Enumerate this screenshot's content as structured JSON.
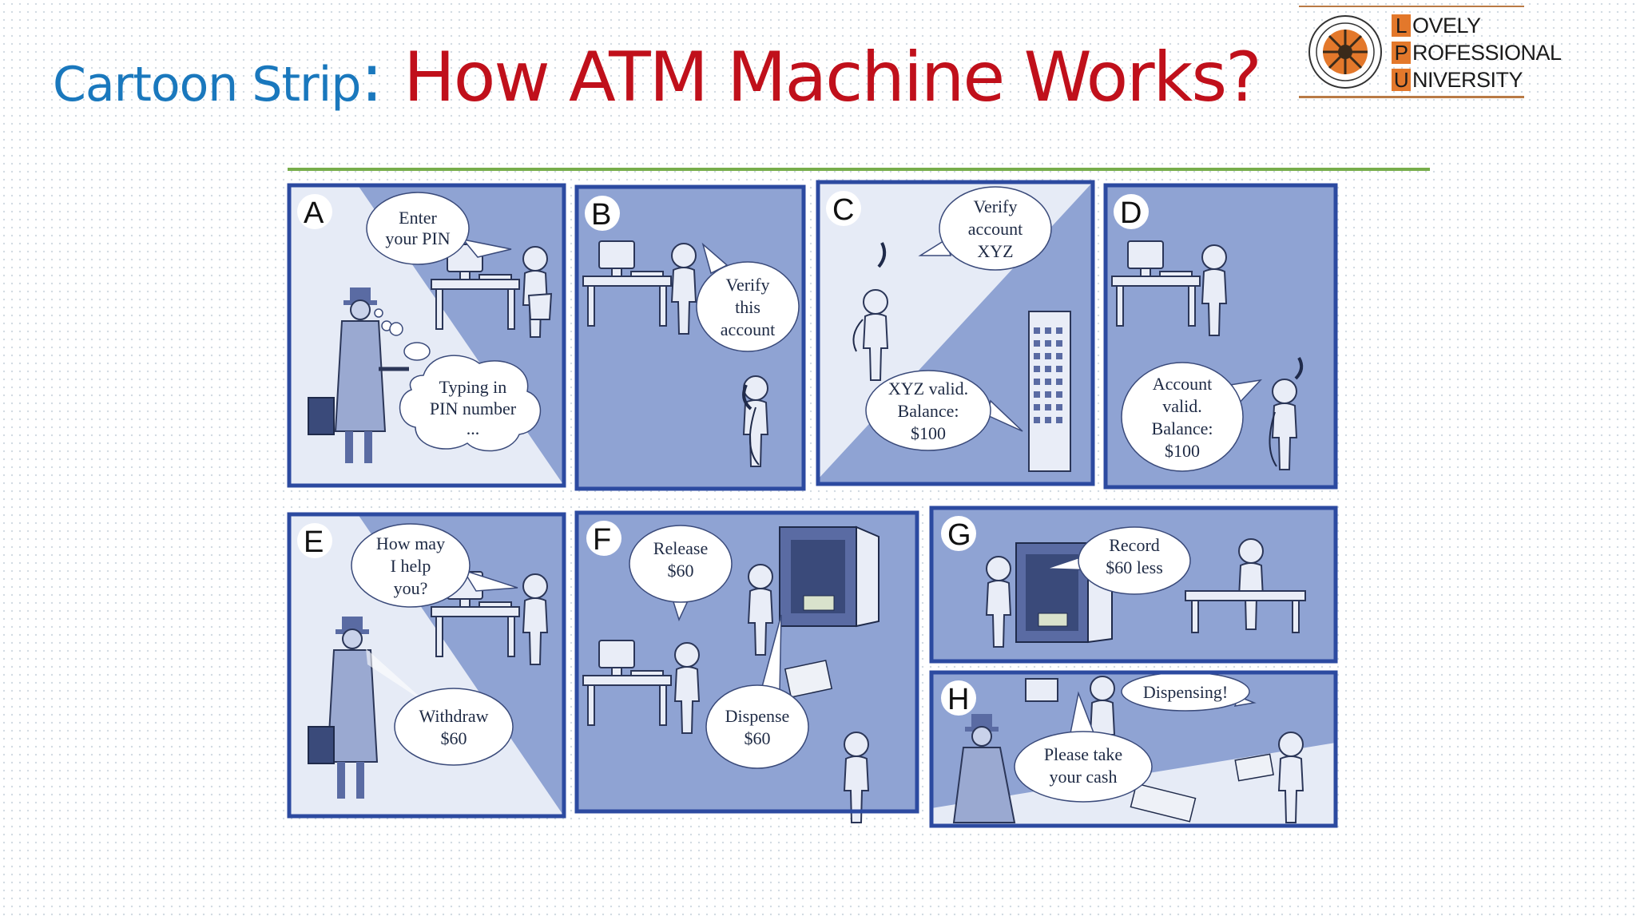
{
  "title": {
    "lead": "Cartoon Strip",
    "colon": ":",
    "main": " How ATM Machine Works?"
  },
  "logo": {
    "lines": [
      {
        "cap": "L",
        "rest": "OVELY"
      },
      {
        "cap": "P",
        "rest": "ROFESSIONAL"
      },
      {
        "cap": "U",
        "rest": "NIVERSITY"
      }
    ]
  },
  "colors": {
    "panel_fill": "#8fa3d3",
    "panel_light": "#e6ebf6",
    "panel_border": "#2c4aa0",
    "title_blue": "#1a78bd",
    "title_red": "#c0101b",
    "accent_green": "#77ad4a",
    "logo_orange": "#e3782b"
  },
  "panels": {
    "a": {
      "letter": "A",
      "bubbles": [
        [
          "Enter",
          "your PIN"
        ],
        [
          "Typing in",
          "PIN number",
          "..."
        ]
      ]
    },
    "b": {
      "letter": "B",
      "bubbles": [
        [
          "Verify",
          "this",
          "account"
        ]
      ]
    },
    "c": {
      "letter": "C",
      "bubbles": [
        [
          "Verify",
          "account",
          "XYZ"
        ],
        [
          "XYZ valid.",
          "Balance:",
          "$100"
        ]
      ]
    },
    "d": {
      "letter": "D",
      "bubbles": [
        [
          "Account",
          "valid.",
          "Balance:",
          "$100"
        ]
      ]
    },
    "e": {
      "letter": "E",
      "bubbles": [
        [
          "How may",
          "I help",
          "you?"
        ],
        [
          "Withdraw",
          "$60"
        ]
      ]
    },
    "f": {
      "letter": "F",
      "bubbles": [
        [
          "Release",
          "$60"
        ],
        [
          "Dispense",
          "$60"
        ]
      ]
    },
    "g": {
      "letter": "G",
      "bubbles": [
        [
          "Record",
          "$60 less"
        ]
      ]
    },
    "h": {
      "letter": "H",
      "bubbles": [
        [
          "Dispensing!"
        ],
        [
          "Please take",
          "your cash"
        ]
      ]
    }
  }
}
